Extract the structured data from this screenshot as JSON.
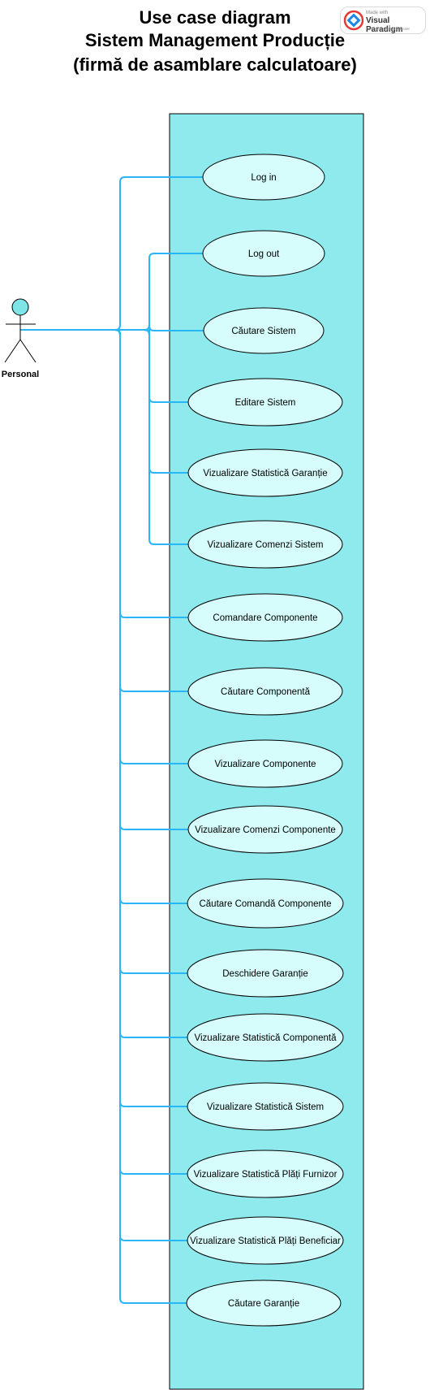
{
  "title": {
    "line1": "Use case diagram",
    "line2": "Sistem Management Producție",
    "line3": "(firmă de asamblare calculatoare)"
  },
  "watermark": {
    "made_with": "Made with",
    "brand": "Visual Paradigm",
    "note": "For non-commercial use"
  },
  "actor": {
    "name": "Personal",
    "icon": "stick-figure-actor-icon"
  },
  "colors": {
    "system_fill": "#8EEAEC",
    "usecase_fill": "#D6FCFC",
    "line": "#29B6F6",
    "actor_head": "#7EE4E6"
  },
  "use_cases": [
    "Log in",
    "Log out",
    "Căutare Sistem",
    "Editare Sistem",
    "Vizualizare Statistică Garanție",
    "Vizualizare Comenzi Sistem",
    "Comandare Componente",
    "Căutare Componentă",
    "Vizualizare Componente",
    "Vizualizare Comenzi Componente",
    "Căutare Comandă Componente",
    "Deschidere Garanție",
    "Vizualizare Statistică Componentă",
    "Vizualizare Statistică Sistem",
    "Vizualizare Statistică Plăți Furnizor",
    "Vizualizare Statistică Plăți Beneficiar",
    "Căutare Garanție"
  ]
}
